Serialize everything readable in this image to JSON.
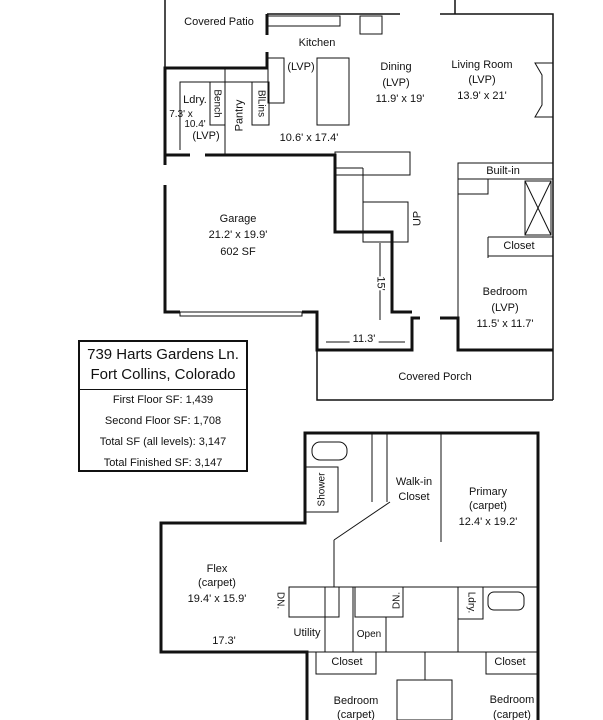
{
  "info": {
    "address1": "739 Harts Gardens Ln.",
    "address2": "Fort Collins, Colorado",
    "stats": [
      "First Floor SF: 1,439",
      "Second Floor SF: 1,708",
      "Total SF (all levels): 3,147",
      "Total Finished SF: 3,147"
    ]
  },
  "first_floor": {
    "covered_patio": "Covered Patio",
    "kitchen": "Kitchen",
    "kitchen_floor": "(LVP)",
    "kitchen_dims": "10.6' x 17.4'",
    "dining": "Dining",
    "dining_floor": "(LVP)",
    "dining_dims": "11.9' x 19'",
    "living": "Living Room",
    "living_floor": "(LVP)",
    "living_dims": "13.9' x 21'",
    "laundry": "Ldry.",
    "laundry_dims1": "7.3' x",
    "laundry_dims2": "10.4'",
    "laundry_floor": "(LVP)",
    "bench": "Bench",
    "pantry": "Pantry",
    "blins": "BlLins",
    "garage": "Garage",
    "garage_dims": "21.2' x 19.9'",
    "garage_sf": "602 SF",
    "up": "UP",
    "dim_15": "15'",
    "dim_11": "11.3'",
    "builtin": "Built-in",
    "closet": "Closet",
    "bedroom": "Bedroom",
    "bedroom_floor": "(LVP)",
    "bedroom_dims": "11.5' x 11.7'",
    "covered_porch": "Covered Porch"
  },
  "second_floor": {
    "shower": "Shower",
    "walkin": "Walk-in",
    "walkin2": "Closet",
    "primary": "Primary",
    "primary_floor": "(carpet)",
    "primary_dims": "12.4' x 19.2'",
    "flex": "Flex",
    "flex_floor": "(carpet)",
    "flex_dims": "19.4' x 15.9'",
    "dim_17": "17.3'",
    "dn": "DN.",
    "utility": "Utility",
    "open": "Open",
    "laundry": "Ldry.",
    "closet": "Closet",
    "bedroom": "Bedroom",
    "bedroom_floor": "(carpet)"
  }
}
